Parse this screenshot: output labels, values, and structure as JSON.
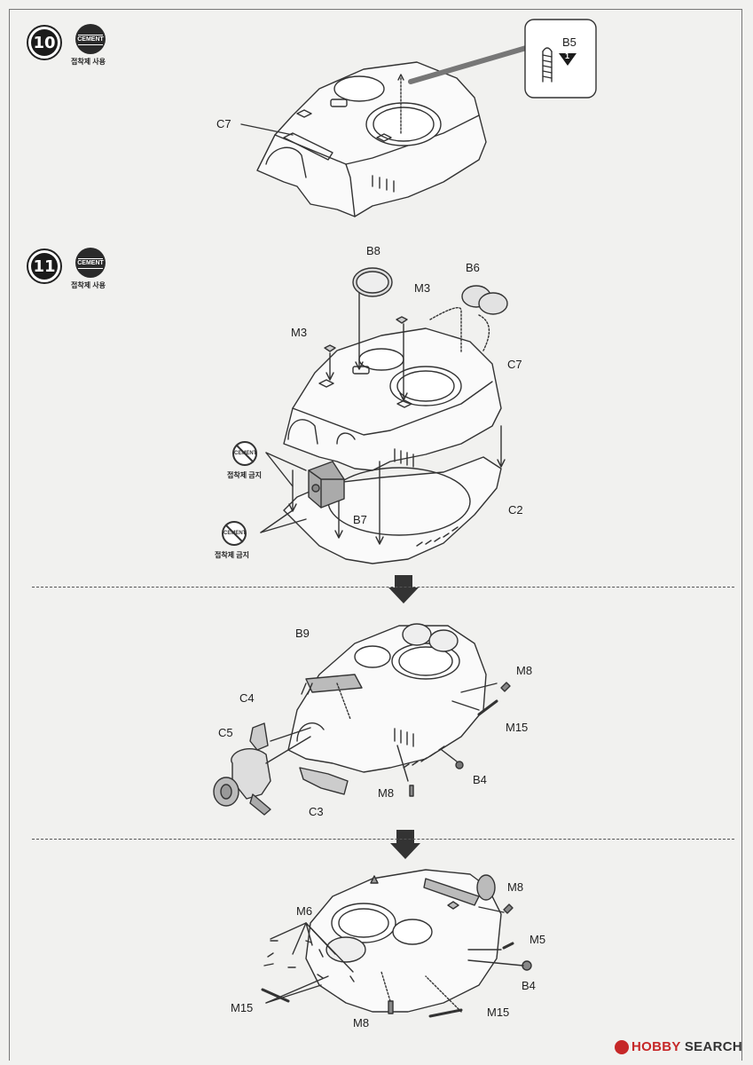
{
  "steps": [
    {
      "number": "10",
      "cement_icon": "CEMENT",
      "cement_caption": "접착제 사용"
    },
    {
      "number": "11",
      "cement_icon": "CEMENT",
      "cement_caption": "접착제 사용"
    }
  ],
  "no_cement": {
    "icon": "CEMENT",
    "caption": "접착제 금지"
  },
  "parts": {
    "c7_a": "C7",
    "b5": "B5",
    "b5_qty": "1",
    "b8": "B8",
    "b6": "B6",
    "m3_a": "M3",
    "m3_b": "M3",
    "c7_b": "C7",
    "b7": "B7",
    "c2": "C2",
    "b9": "B9",
    "m8_a": "M8",
    "c4": "C4",
    "c5": "C5",
    "m15_a": "M15",
    "b4_a": "B4",
    "m8_b": "M8",
    "c3": "C3",
    "m8_c": "M8",
    "m6": "M6",
    "m5": "M5",
    "b4_b": "B4",
    "m15_b": "M15",
    "m15_c": "M15",
    "m8_d": "M8"
  },
  "watermark": {
    "brand_red": "HOBBY",
    "brand": "SEARCH"
  }
}
